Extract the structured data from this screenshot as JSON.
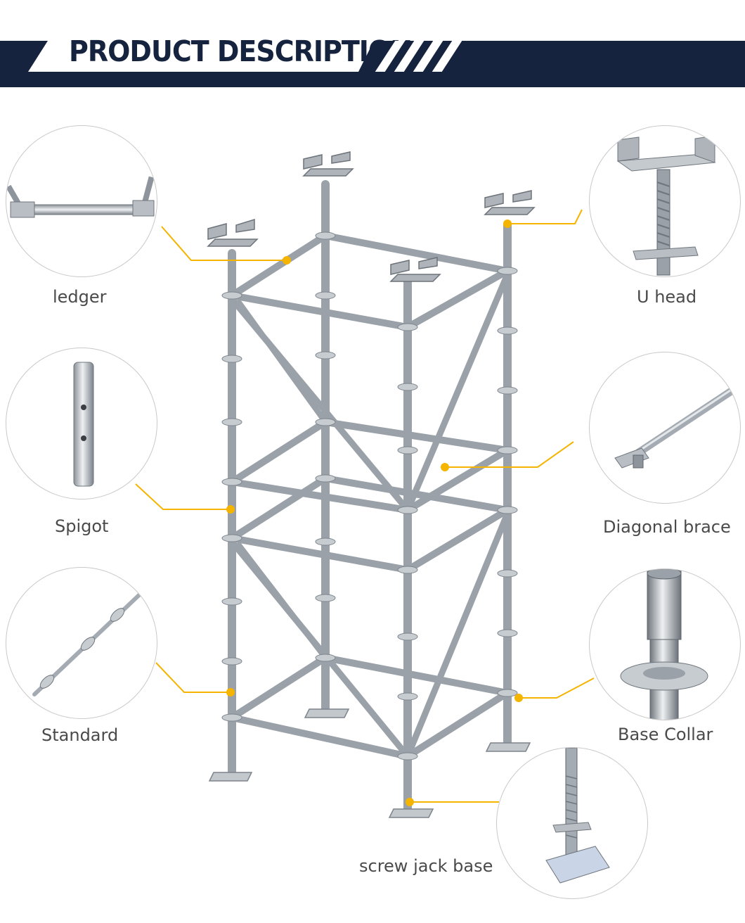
{
  "header": {
    "title": "PRODUCT DESCRIPTION"
  },
  "labels": {
    "ledger": "ledger",
    "u_head": "U head",
    "spigot": "Spigot",
    "diagonal_brace": "Diagonal brace",
    "standard": "Standard",
    "base_collar": "Base Collar",
    "screw_jack_base": "screw jack base"
  },
  "colors": {
    "banner": "#15233f",
    "callout": "#f4b400",
    "steel": "#b9bec4",
    "steel_dark": "#7d848c"
  }
}
